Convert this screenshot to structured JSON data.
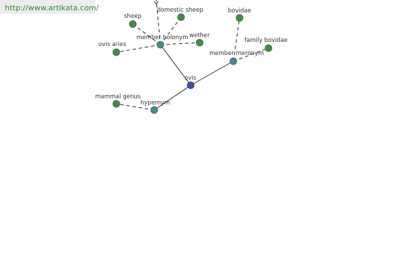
{
  "watermark": {
    "url": "http://www.artikata.com/"
  },
  "colors": {
    "center_node": "#3e4fa0",
    "relation_node": "#3f8f8f",
    "leaf_node": "#3f8f45",
    "edge": "#222222",
    "url_text": "#2e8b2e"
  },
  "graph": {
    "center": {
      "label": "ovis"
    },
    "relations": [
      {
        "id": "member-holonym",
        "label": "member holonym",
        "leaves": [
          "sheep",
          "domestic sheep",
          "wether",
          "ovis aries",
          ""
        ]
      },
      {
        "id": "member-meronym",
        "label": "member meronym",
        "leaves": [
          "bovidae",
          "family bovidae"
        ]
      },
      {
        "id": "hypernym",
        "label": "hypernym",
        "leaves": [
          "mammal genus"
        ]
      }
    ]
  }
}
